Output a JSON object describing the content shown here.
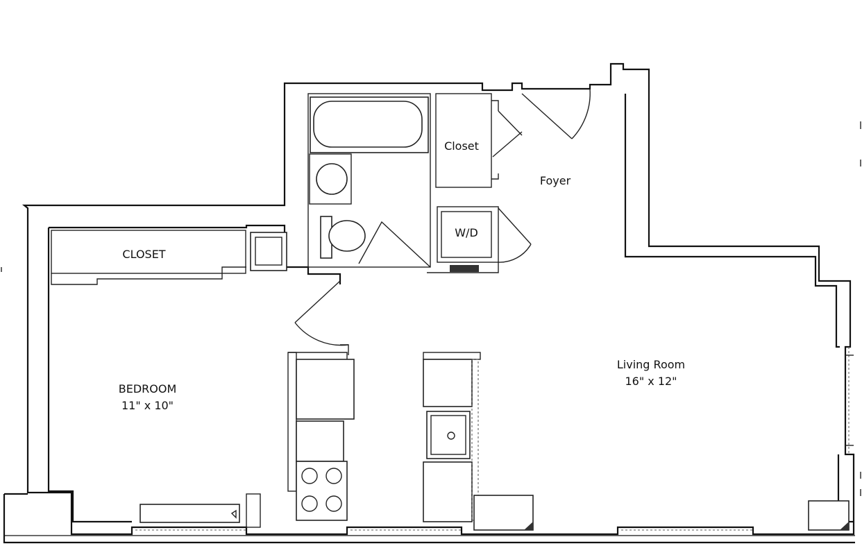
{
  "rooms": {
    "closet_top": {
      "name": "Closet"
    },
    "foyer": {
      "name": "Foyer"
    },
    "wd": {
      "name": "W/D"
    },
    "closet_left": {
      "name": "CLOSET"
    },
    "bedroom": {
      "name": "BEDROOM",
      "size": "11\" x 10\""
    },
    "living": {
      "name": "Living Room",
      "size": "16\" x 12\""
    }
  },
  "colors": {
    "wall": "#111111",
    "background": "#ffffff"
  }
}
